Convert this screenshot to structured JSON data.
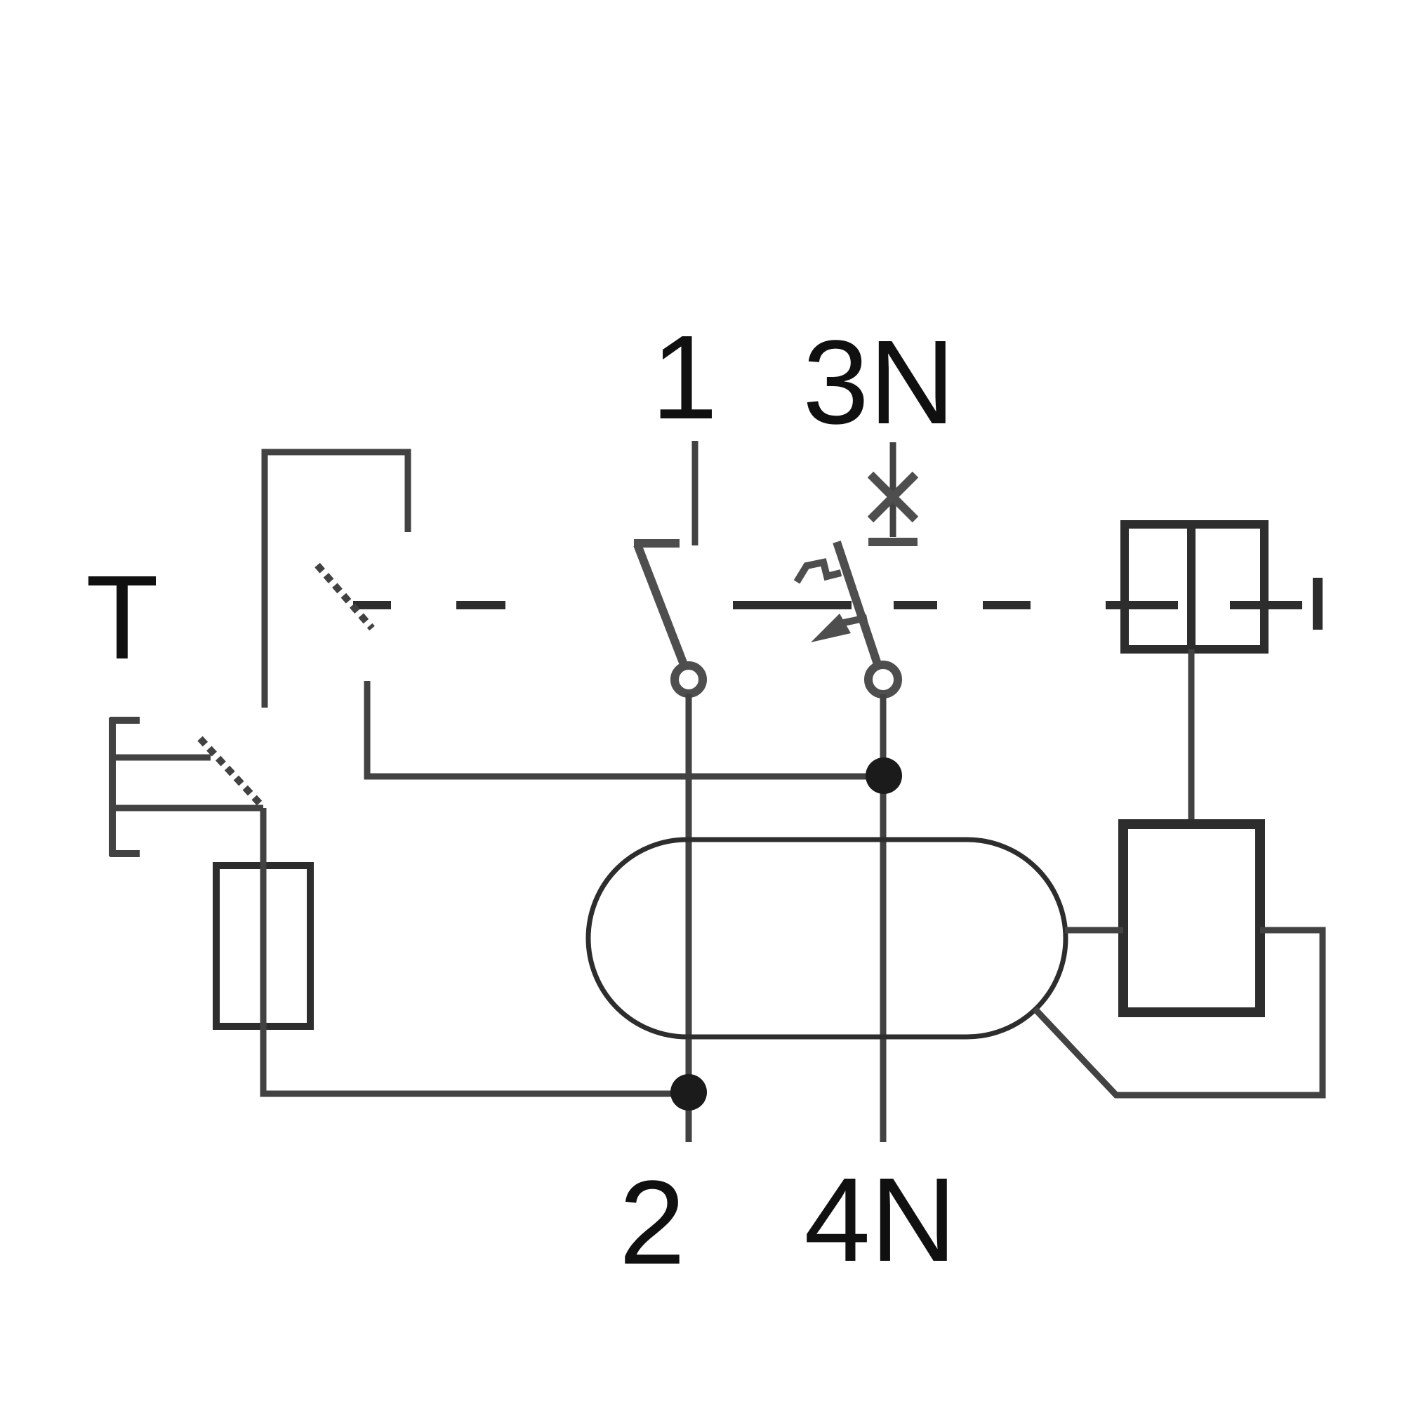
{
  "diagram": {
    "labels": {
      "terminal_1": "1",
      "terminal_3n": "3N",
      "terminal_2": "2",
      "terminal_4n": "4N",
      "test_button": "T"
    },
    "colors": {
      "background": "#ffffff",
      "wire": "#424242",
      "component": "#4e4e4e",
      "outline": "#2d2d2d",
      "junction": "#1b1b1b",
      "label": "#101010"
    }
  }
}
